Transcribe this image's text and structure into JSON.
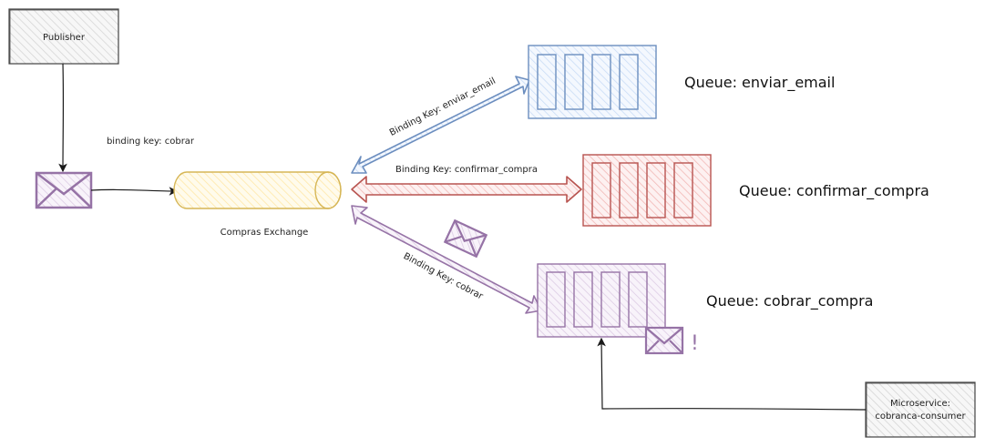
{
  "publisher": {
    "label": "Publisher"
  },
  "exchange": {
    "label": "Compras Exchange"
  },
  "publish_arrow": {
    "label": "binding key: cobrar"
  },
  "bindings": [
    {
      "label": "Binding Key: enviar_email",
      "color": "#6c8ebf"
    },
    {
      "label": "Binding Key: confirmar_compra",
      "color": "#b85450"
    },
    {
      "label": "Binding Key: cobrar",
      "color": "#9673a6"
    }
  ],
  "queues": [
    {
      "label": "Queue: enviar_email",
      "stroke": "#6c8ebf",
      "fill": "#dae8fc"
    },
    {
      "label": "Queue: confirmar_compra",
      "stroke": "#b85450",
      "fill": "#f8cecc"
    },
    {
      "label": "Queue: cobrar_compra",
      "stroke": "#9673a6",
      "fill": "#e1d5e7"
    }
  ],
  "consumer": {
    "line1": "Microservice:",
    "line2": "cobranca-consumer"
  },
  "alert_mark": "!",
  "colors": {
    "envelope": "#9673a6",
    "envelope_fill": "#e1d5e7",
    "exchange_stroke": "#d6b656",
    "exchange_fill": "#fff2cc",
    "box_stroke": "#666666",
    "box_fill": "#f5f5f5"
  }
}
